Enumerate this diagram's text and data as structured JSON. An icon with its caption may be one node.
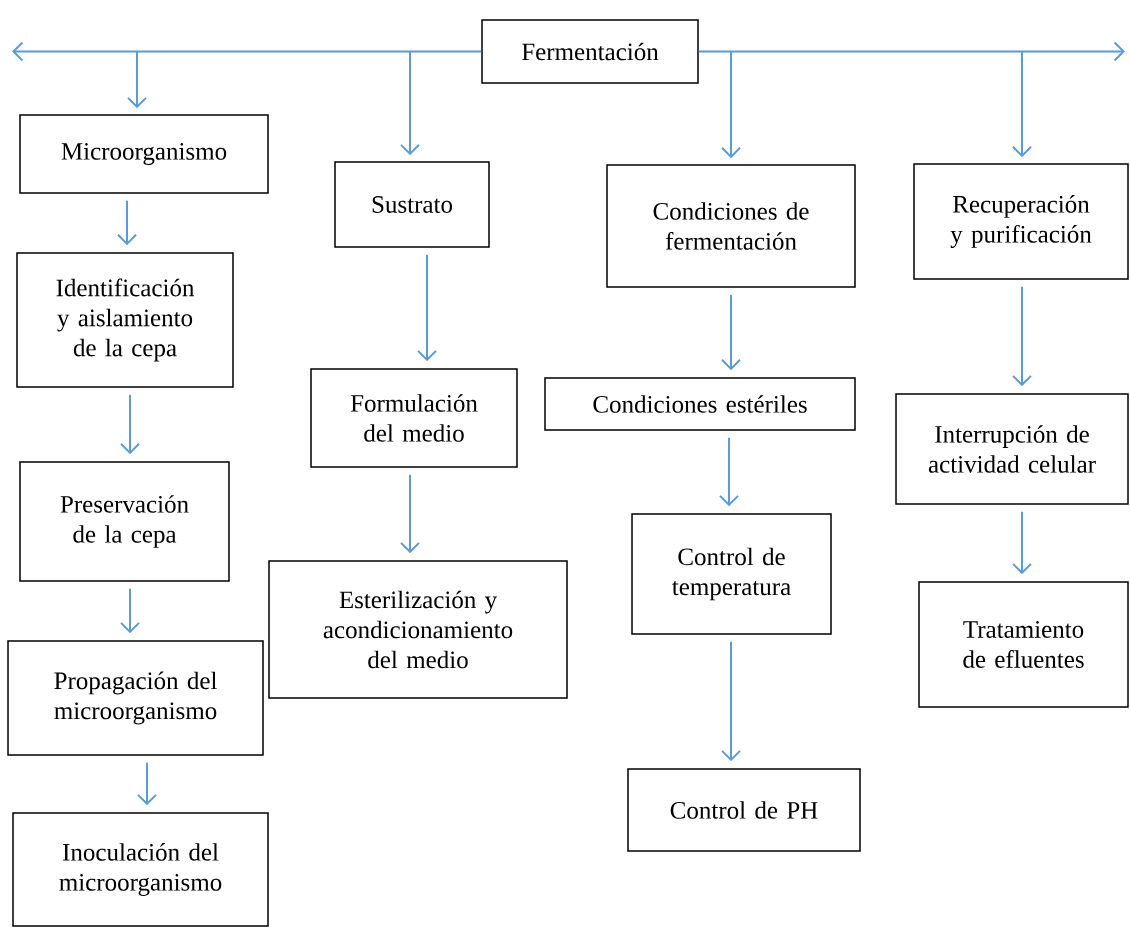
{
  "diagram": {
    "nodes": [
      {
        "text": [
          "Fermentación"
        ]
      },
      {
        "text": [
          "Microorganismo"
        ]
      },
      {
        "text": [
          "Identificación y aislamiento de la cepa"
        ]
      },
      {
        "text": [
          "Preservación de la cepa"
        ]
      },
      {
        "text": [
          "Propagación del microorganismo"
        ]
      },
      {
        "text": [
          "Inoculación del microorganismo"
        ]
      },
      {
        "text": [
          "Sustrato"
        ]
      },
      {
        "text": [
          "Formulación del medio"
        ]
      },
      {
        "text": [
          "Esterilización y acondicionamiento del medio"
        ]
      },
      {
        "text": [
          "Condiciones de fermentación"
        ]
      },
      {
        "text": [
          "Condiciones estériles"
        ]
      },
      {
        "text": [
          "Control de temperatura"
        ]
      },
      {
        "text": [
          "Control de PH"
        ]
      },
      {
        "text": [
          "Recuperación y purificación"
        ]
      },
      {
        "text": [
          "Interrupción de actividad celular"
        ]
      },
      {
        "text": [
          "Tratamiento de efluentes"
        ]
      }
    ],
    "edges": [
      {
        "from": 0,
        "to": null,
        "arrow": "to"
      },
      {
        "from": 0,
        "to": null,
        "arrow": "to"
      },
      {
        "from": 0,
        "to": 1,
        "arrow": "to"
      },
      {
        "from": 0,
        "to": 6,
        "arrow": "to"
      },
      {
        "from": 0,
        "to": 9,
        "arrow": "to"
      },
      {
        "from": 0,
        "to": 13,
        "arrow": "to"
      },
      {
        "from": 1,
        "to": 2,
        "arrow": "to"
      },
      {
        "from": 2,
        "to": 3,
        "arrow": "to"
      },
      {
        "from": 3,
        "to": 4,
        "arrow": "to"
      },
      {
        "from": 4,
        "to": 5,
        "arrow": "to"
      },
      {
        "from": 6,
        "to": 7,
        "arrow": "to"
      },
      {
        "from": 7,
        "to": 8,
        "arrow": "to"
      },
      {
        "from": 9,
        "to": 10,
        "arrow": "to"
      },
      {
        "from": 10,
        "to": 11,
        "arrow": "to"
      },
      {
        "from": 11,
        "to": 12,
        "arrow": "to"
      },
      {
        "from": 13,
        "to": 14,
        "arrow": "to"
      },
      {
        "from": 14,
        "to": 15,
        "arrow": "to"
      }
    ]
  }
}
